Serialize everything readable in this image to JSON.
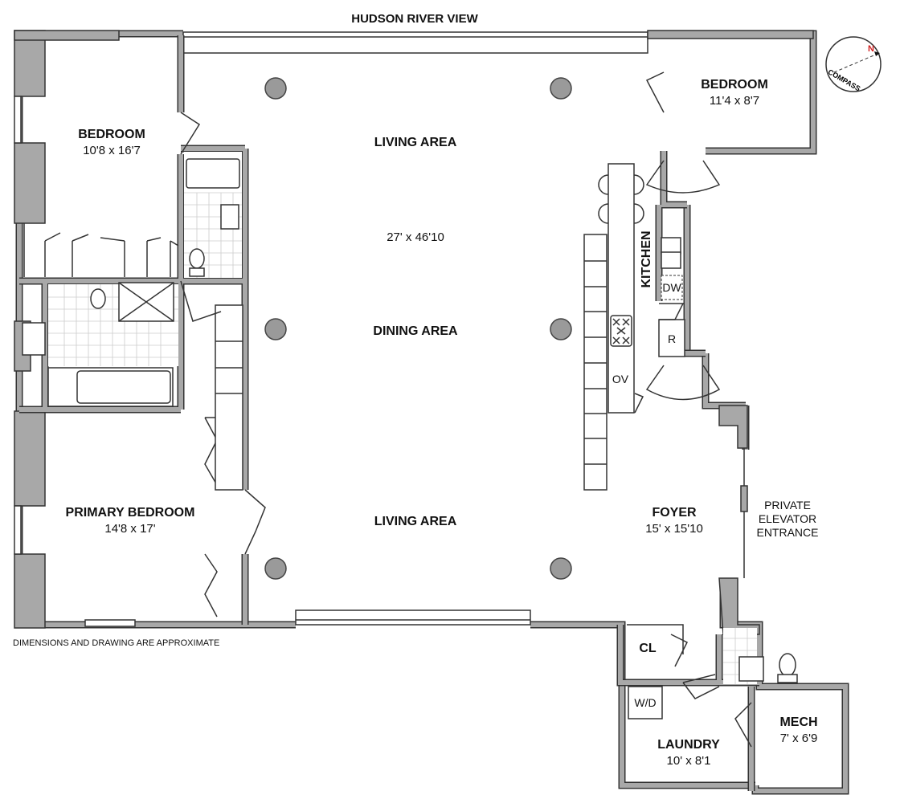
{
  "header": {
    "view_label": "HUDSON RIVER VIEW"
  },
  "compass": {
    "label": "COMPASS",
    "north": "N",
    "north_color": "#d22020"
  },
  "rooms": {
    "bedroom_left": {
      "name": "BEDROOM",
      "dims": "10'8 x 16'7"
    },
    "bedroom_right": {
      "name": "BEDROOM",
      "dims": "11'4 x 8'7"
    },
    "living_top": {
      "name": "LIVING AREA"
    },
    "great_room_dims": "27' x 46'10",
    "dining": {
      "name": "DINING AREA"
    },
    "living_bottom": {
      "name": "LIVING AREA"
    },
    "kitchen": {
      "name": "KITCHEN"
    },
    "primary_bedroom": {
      "name": "PRIMARY BEDROOM",
      "dims": "14'8 x 17'"
    },
    "foyer": {
      "name": "FOYER",
      "dims": "15' x 15'10"
    },
    "elevator": {
      "lines": [
        "PRIVATE",
        "ELEVATOR",
        "ENTRANCE"
      ]
    },
    "closet": {
      "name": "CL"
    },
    "laundry": {
      "name": "LAUNDRY",
      "dims": "10' x 8'1"
    },
    "mech": {
      "name": "MECH",
      "dims": "7' x 6'9"
    }
  },
  "appliances": {
    "dishwasher": "DW",
    "refrigerator": "R",
    "oven": "OV",
    "washer_dryer": "W/D"
  },
  "footer": {
    "note": "DIMENSIONS AND DRAWING ARE APPROXIMATE"
  },
  "colors": {
    "wall": "#a8a8a8",
    "outline": "#333333",
    "column": "#9a9a9a"
  }
}
